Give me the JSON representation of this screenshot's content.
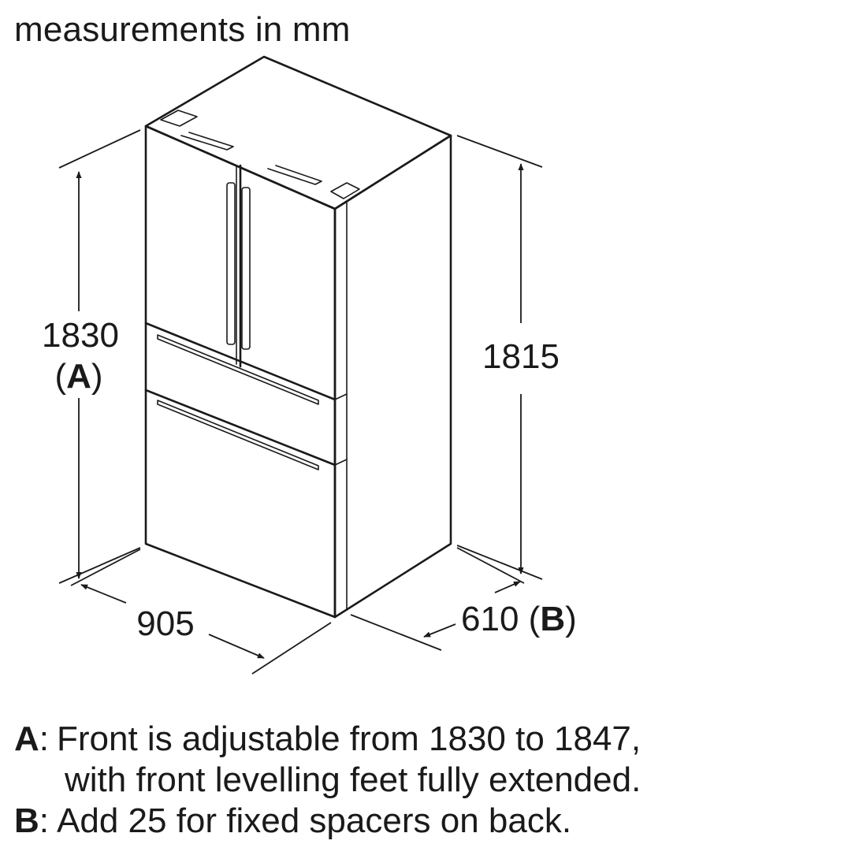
{
  "caption": "measurements in mm",
  "dimensions": {
    "height_front": {
      "value": "1830",
      "tag": "A"
    },
    "height_side": {
      "value": "1815"
    },
    "width": {
      "value": "905"
    },
    "depth": {
      "value": "610",
      "tag": "B"
    }
  },
  "notes": [
    {
      "key": "A",
      "text": "Front is adjustable from 1830 to 1847,",
      "continuation": "with front levelling feet fully extended."
    },
    {
      "key": "B",
      "text": "Add 25 for fixed spacers on back."
    }
  ]
}
